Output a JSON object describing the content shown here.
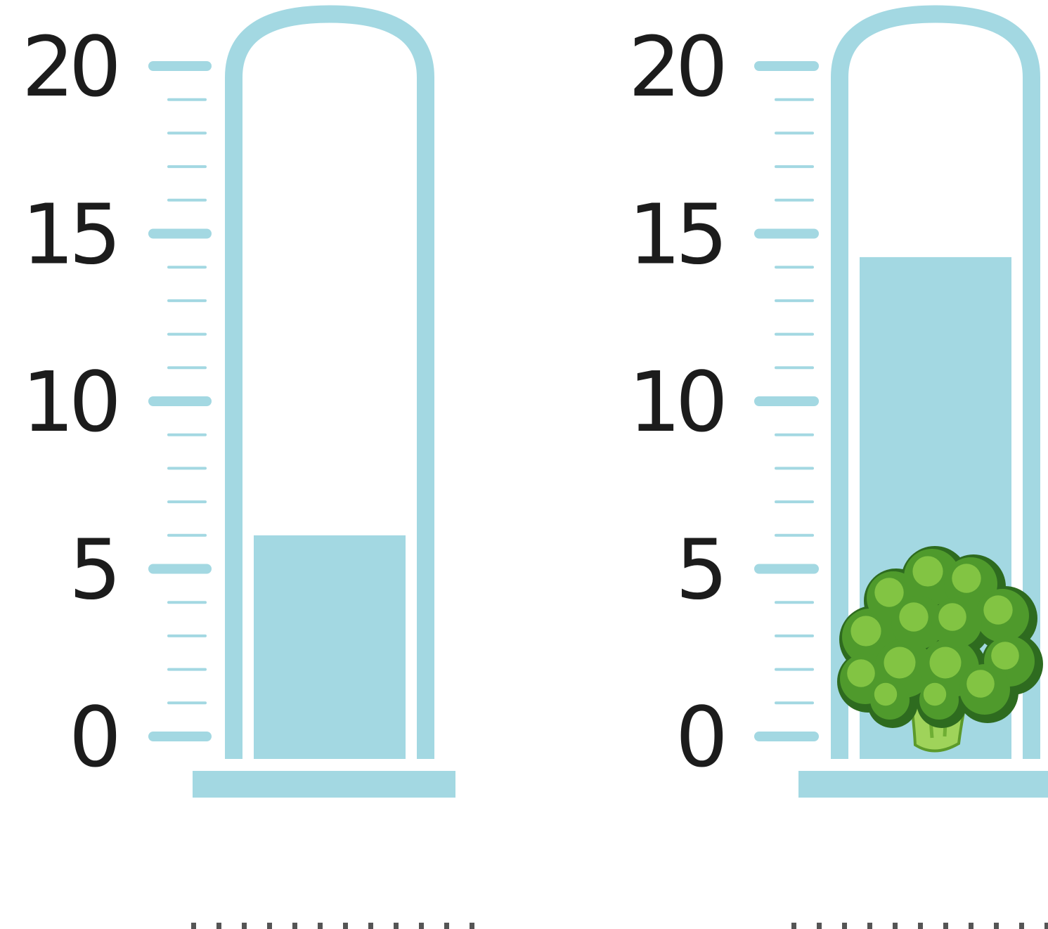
{
  "scale": {
    "min": 0,
    "max": 20,
    "labels": [
      "0",
      "5",
      "10",
      "15",
      "20"
    ],
    "minor_step": 1
  },
  "cylinders": [
    {
      "id": "left",
      "liquid_level": 6,
      "object": ""
    },
    {
      "id": "right",
      "liquid_level": 14.3,
      "object": "broccoli-icon"
    }
  ],
  "answer_blanks": [
    "",
    ""
  ],
  "colors": {
    "cylinder": "#a3d8e2",
    "liquid": "#a3d8e2",
    "tick": "#a3d8e2",
    "text": "#1c1c1c",
    "broccoli_dark": "#2e6b1f",
    "broccoli_mid": "#4f9a2c",
    "broccoli_light": "#8fce4a",
    "stem": "#9fd35a"
  }
}
